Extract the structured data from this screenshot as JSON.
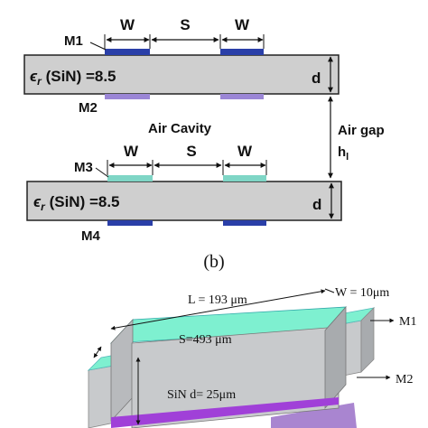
{
  "top_diagram": {
    "upper_substrate": {
      "permittivity_label": "(SiN) =8.5",
      "epsilon_symbol": "ϵ",
      "epsilon_subscript": "r",
      "thickness_label": "d",
      "top_metal_label": "M1",
      "bottom_metal_label": "M2"
    },
    "lower_substrate": {
      "permittivity_label": "(SiN) =8.5",
      "epsilon_symbol": "ϵ",
      "epsilon_subscript": "r",
      "thickness_label": "d",
      "top_metal_label": "M3",
      "bottom_metal_label": "M4"
    },
    "dimension_labels": {
      "width_left": "W",
      "spacing": "S",
      "width_right": "W"
    },
    "air_cavity_label": "Air Cavity",
    "air_gap_label": "Air gap",
    "air_gap_symbol": "h",
    "air_gap_subscript": "l",
    "panel_label": "(b)",
    "colors": {
      "substrate": "#cfcfcf",
      "m1_m4_metal": "#2a3fa8",
      "m2_metal": "#9b86d6",
      "m3_metal": "#7fd6c6"
    }
  },
  "iso_diagram": {
    "length_label": "L = 193 μm",
    "width_label": "W = 10μm",
    "spacing_label": "S=493 μm",
    "thickness_label": "SiN d= 25μm",
    "m1_label": "M1",
    "m2_label": "M2",
    "colors": {
      "top_face": "#7ef0d0",
      "side_face": "#c8cacc",
      "bottom_strip": "#a040d8"
    }
  }
}
